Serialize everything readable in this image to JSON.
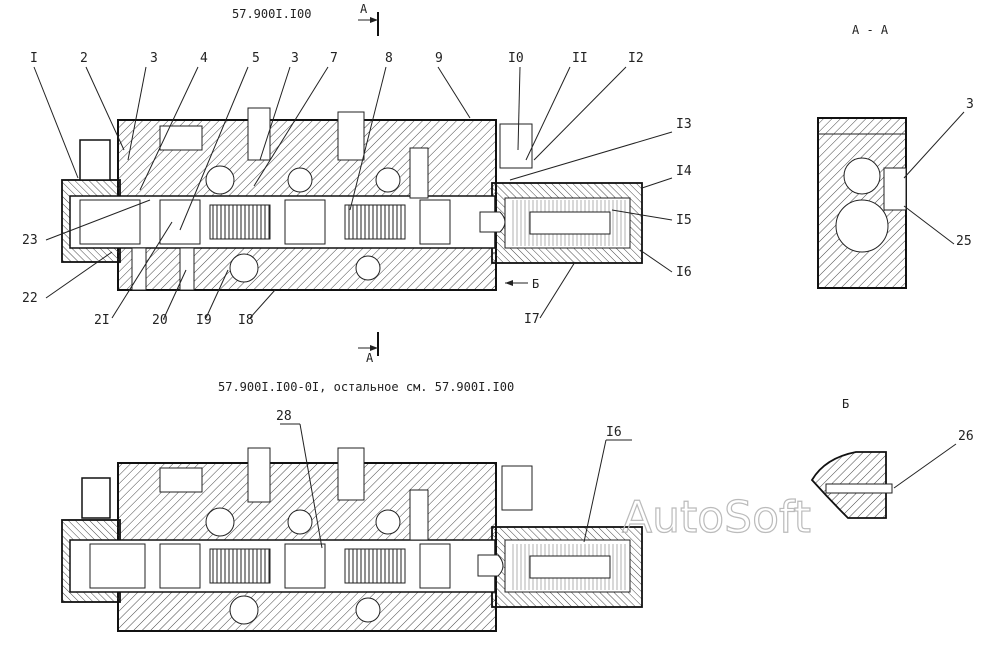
{
  "drawing": {
    "top_caption": "57.900I.I00",
    "bottom_caption": "57.900I.I00-0I, остальное см. 57.900I.I00",
    "section_mark": "А",
    "section_view_title": "А - А",
    "view_b_title": "Б",
    "view_b_arrow_label": "Б",
    "watermark": "AutoSoft",
    "callouts_top": [
      "I",
      "2",
      "3",
      "4",
      "5",
      "3",
      "7",
      "8",
      "9",
      "I0",
      "II",
      "I2",
      "I3",
      "I4",
      "I5",
      "I6",
      "I7",
      "I8",
      "I9",
      "20",
      "2I",
      "22",
      "23"
    ],
    "callouts_section": [
      "3",
      "25"
    ],
    "callouts_view_b": [
      "26"
    ],
    "callouts_bottom": [
      "28",
      "I6"
    ]
  }
}
